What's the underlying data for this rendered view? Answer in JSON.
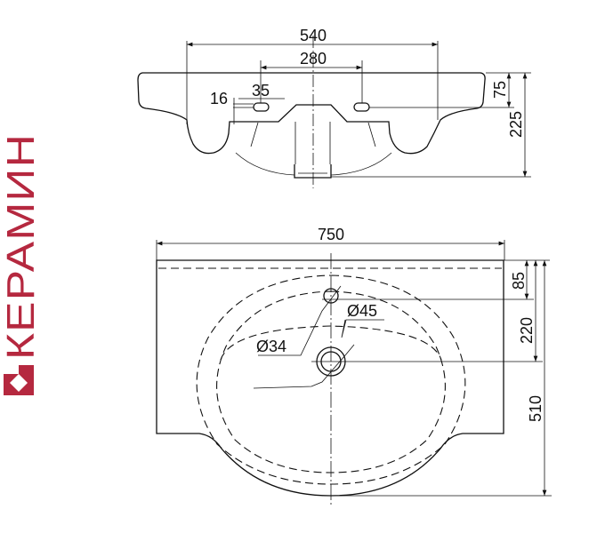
{
  "brand": {
    "name": "КЕРАМИН",
    "color": "#b5283f"
  },
  "top_view": {
    "dims": {
      "overall_width": "540",
      "hole_spacing": "280",
      "hole_offset": "16",
      "hole_width": "35",
      "hole_height": "75",
      "total_height": "225"
    }
  },
  "plan_view": {
    "dims": {
      "width": "750",
      "tap_hole_from_back": "85",
      "drain_from_back": "220",
      "depth": "510",
      "drain_diameter": "Ø45",
      "tap_hole_diameter": "Ø34"
    }
  }
}
